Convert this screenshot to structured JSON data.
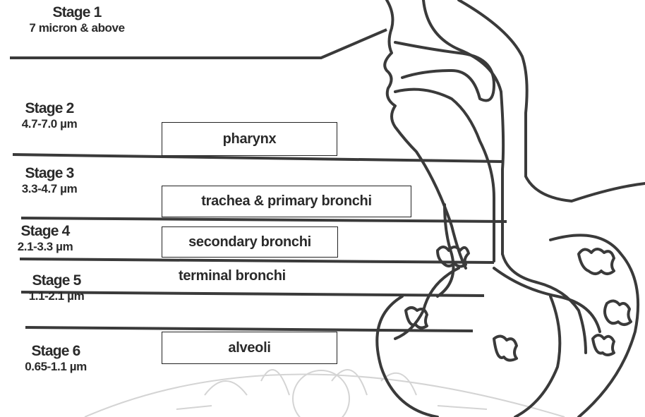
{
  "stages": [
    {
      "title": "Stage 1",
      "range": "7 micron & above"
    },
    {
      "title": "Stage 2",
      "range": "4.7-7.0 µm"
    },
    {
      "title": "Stage 3",
      "range": "3.3-4.7 µm"
    },
    {
      "title": "Stage 4",
      "range": "2.1-3.3 µm"
    },
    {
      "title": "Stage 5",
      "range": "1.1-2.1 µm"
    },
    {
      "title": "Stage 6",
      "range": "0.65-1.1 µm"
    }
  ],
  "regions": {
    "pharynx": "pharynx",
    "trachea": "trachea & primary bronchi",
    "secondary": "secondary bronchi",
    "terminal": "terminal bronchi",
    "alveoli": "alveoli"
  },
  "colors": {
    "line": "#3a3a3a",
    "text": "#2a2a2a",
    "watermark": "#d9d9d9"
  }
}
